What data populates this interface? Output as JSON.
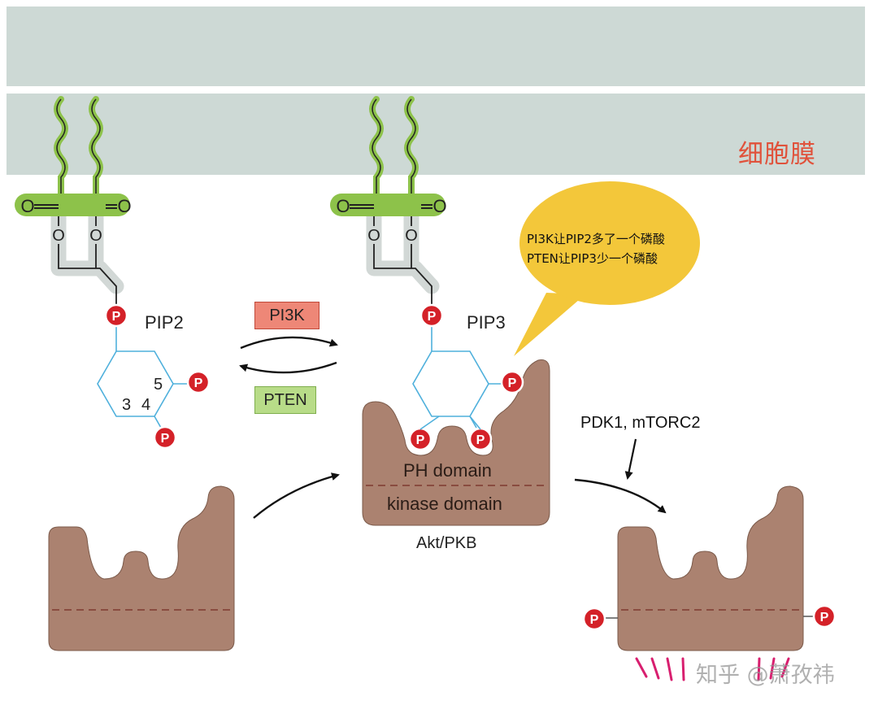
{
  "membrane": {
    "label": "细胞膜"
  },
  "lipids": {
    "oxygen_label": "O",
    "phosphate_label": "P",
    "pip2_label": "PIP2",
    "pip3_label": "PIP3",
    "ring_numbers": [
      "3",
      "4",
      "5"
    ]
  },
  "enzymes": {
    "forward": {
      "label": "PI3K",
      "color": "#ee8777"
    },
    "reverse": {
      "label": "PTEN",
      "color": "#b8dc88"
    }
  },
  "speech_bubble": {
    "line1": "PI3K让PIP2多了一个磷酸",
    "line2": "PTEN让PIP3少一个磷酸",
    "color": "#f3c73a"
  },
  "akt": {
    "ph_domain_label": "PH domain",
    "kinase_domain_label": "kinase domain",
    "name": "Akt/PKB",
    "color": "#ab8270"
  },
  "activators": {
    "label": "PDK1, mTORC2"
  },
  "watermark": {
    "text": "知乎 @萧孜祎"
  },
  "colors": {
    "membrane": "#cdd9d5",
    "tail": "#8dc24a",
    "ring": "#4fb0dc",
    "phosphate": "#d42128"
  }
}
